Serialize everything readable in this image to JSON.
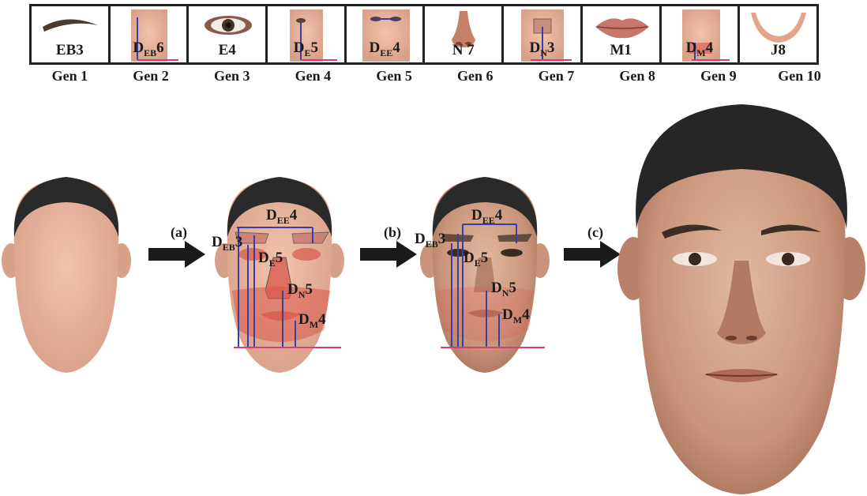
{
  "feature_strip": [
    {
      "code": "EB3",
      "base": "",
      "sub": "",
      "num": "",
      "generation": "Gen 1",
      "icon": "eyebrow-icon"
    },
    {
      "code": "",
      "base": "D",
      "sub": "EB",
      "num": "6",
      "generation": "Gen 2",
      "icon": "eyebrow-distance-icon"
    },
    {
      "code": "E4",
      "base": "",
      "sub": "",
      "num": "",
      "generation": "Gen 3",
      "icon": "eye-icon"
    },
    {
      "code": "",
      "base": "D",
      "sub": "E",
      "num": "5",
      "generation": "Gen 4",
      "icon": "eye-distance-icon"
    },
    {
      "code": "",
      "base": "D",
      "sub": "EE",
      "num": "4",
      "generation": "Gen 5",
      "icon": "eye-spacing-icon"
    },
    {
      "code": "N 7",
      "base": "",
      "sub": "",
      "num": "",
      "generation": "Gen 6",
      "icon": "nose-icon"
    },
    {
      "code": "",
      "base": "D",
      "sub": "N",
      "num": "3",
      "generation": "Gen 7",
      "icon": "nose-distance-icon"
    },
    {
      "code": "M1",
      "base": "",
      "sub": "",
      "num": "",
      "generation": "Gen 8",
      "icon": "mouth-icon"
    },
    {
      "code": "",
      "base": "D",
      "sub": "M",
      "num": "4",
      "generation": "Gen 9",
      "icon": "mouth-distance-icon"
    },
    {
      "code": "J8",
      "base": "",
      "sub": "",
      "num": "",
      "generation": "Gen 10",
      "icon": "jaw-icon"
    }
  ],
  "steps": [
    {
      "label": "(a)"
    },
    {
      "label": "(b)"
    },
    {
      "label": "(c)"
    }
  ],
  "stage_a_annotations": {
    "dee": {
      "base": "D",
      "sub": "EE",
      "num": "4"
    },
    "deb": {
      "base": "D",
      "sub": "EB",
      "num": "3"
    },
    "de": {
      "base": "D",
      "sub": "E",
      "num": "5"
    },
    "dn": {
      "base": "D",
      "sub": "N",
      "num": "5"
    },
    "dm": {
      "base": "D",
      "sub": "M",
      "num": "4"
    }
  },
  "stage_b_annotations": {
    "dee": {
      "base": "D",
      "sub": "EE",
      "num": "4"
    },
    "deb": {
      "base": "D",
      "sub": "EB",
      "num": "3"
    },
    "de": {
      "base": "D",
      "sub": "E",
      "num": "5"
    },
    "dn": {
      "base": "D",
      "sub": "N",
      "num": "5"
    },
    "dm": {
      "base": "D",
      "sub": "M",
      "num": "4"
    }
  },
  "colors": {
    "skin": "#e9b79e",
    "hair": "#2a2a2a",
    "guide_blue": "#3a3fa8",
    "guide_pink": "#d0427a",
    "feature_red": "#d9574a"
  }
}
